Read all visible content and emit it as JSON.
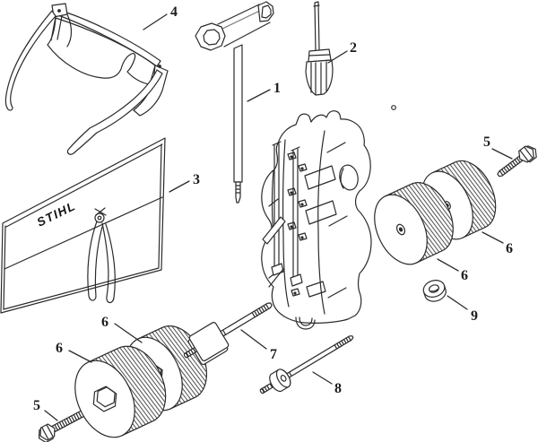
{
  "diagram": {
    "brand_logo": "STIHL",
    "ink_color": "#2b2b2b",
    "paper_color": "#ffffff",
    "callouts": [
      {
        "id": "glasses",
        "text": "4"
      },
      {
        "id": "socket-wrench",
        "text": "1"
      },
      {
        "id": "screwdriver",
        "text": "2"
      },
      {
        "id": "tool-pouch",
        "text": "3"
      },
      {
        "id": "bolt-top-right",
        "text": "5"
      },
      {
        "id": "wheel-right-outer",
        "text": "6"
      },
      {
        "id": "wheel-right-inner",
        "text": "6"
      },
      {
        "id": "nut",
        "text": "9"
      },
      {
        "id": "wheel-bottom-back",
        "text": "6"
      },
      {
        "id": "wheel-bottom-front",
        "text": "6"
      },
      {
        "id": "bolt-bottom-left",
        "text": "5"
      },
      {
        "id": "axle-screw",
        "text": "7"
      },
      {
        "id": "stud-screw",
        "text": "8"
      }
    ]
  }
}
